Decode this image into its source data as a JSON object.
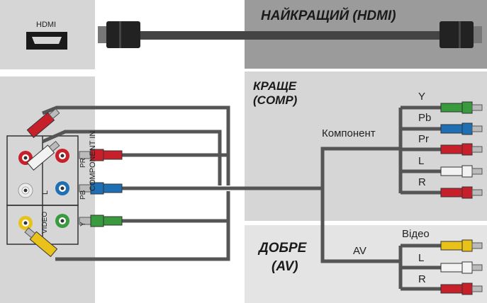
{
  "tiers": {
    "best": "НАЙКРАЩИЙ (HDMI)",
    "better_line1": "КРАЩЕ",
    "better_line2": "(COMP)",
    "good_line1": "ДОБРЕ",
    "good_line2": "(AV)"
  },
  "device": {
    "hdmi_port": "HDMI",
    "component_in": "COMPONENT IN",
    "pr": "PR",
    "pb": "PB",
    "y": "Y",
    "l": "L",
    "video": "VIDEO"
  },
  "cables": {
    "component": "Компонент",
    "component_y": "Y",
    "component_pb": "Pb",
    "component_pr": "Pr",
    "component_l": "L",
    "component_r": "R",
    "av": "AV",
    "av_video": "Відео",
    "av_l": "L",
    "av_r": "R"
  },
  "colors": {
    "green": "#3a9a3e",
    "blue": "#1f6fb5",
    "red": "#c8202a",
    "white": "#e8e8e8",
    "yellow": "#e8c21a",
    "cable": "#555555"
  }
}
